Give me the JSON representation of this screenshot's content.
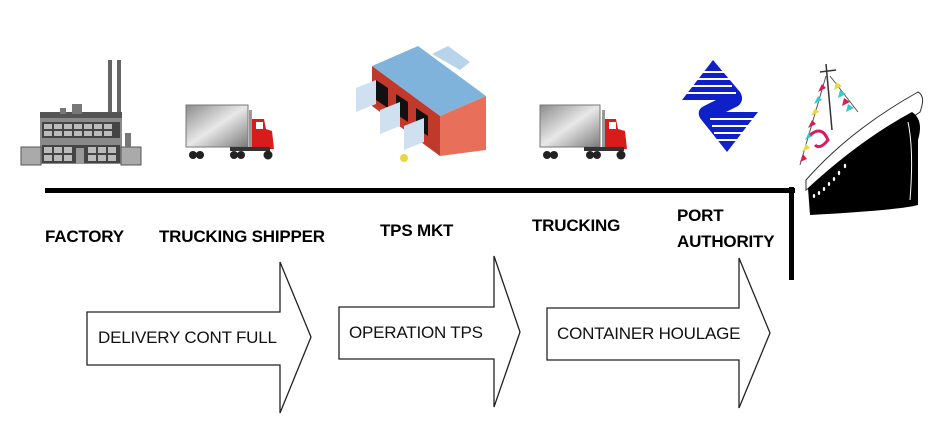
{
  "diagram": {
    "title": "Export container flow",
    "stages": [
      {
        "id": "factory",
        "label": "FACTORY",
        "icon": "factory-icon"
      },
      {
        "id": "trucking-shipper",
        "label": "TRUCKING SHIPPER",
        "icon": "truck-icon"
      },
      {
        "id": "tps-mkt",
        "label": "TPS MKT",
        "icon": "warehouse-icon"
      },
      {
        "id": "trucking",
        "label": "TRUCKING",
        "icon": "truck-icon"
      },
      {
        "id": "port-authority",
        "label_line1": "PORT",
        "label_line2": "AUTHORITY",
        "icon": "port-authority-logo-icon"
      },
      {
        "id": "ship",
        "label": "",
        "icon": "ship-icon"
      }
    ],
    "processes": [
      {
        "label": "DELIVERY CONT FULL"
      },
      {
        "label": "OPERATION TPS"
      },
      {
        "label": "CONTAINER HOULAGE"
      }
    ],
    "colors": {
      "line": "#000000",
      "truck_cab": "#d81c1c",
      "warehouse_roof": "#7fb3dc",
      "warehouse_wall": "#e8705a",
      "port_logo": "#1020c8",
      "ship_hull": "#000000"
    }
  }
}
